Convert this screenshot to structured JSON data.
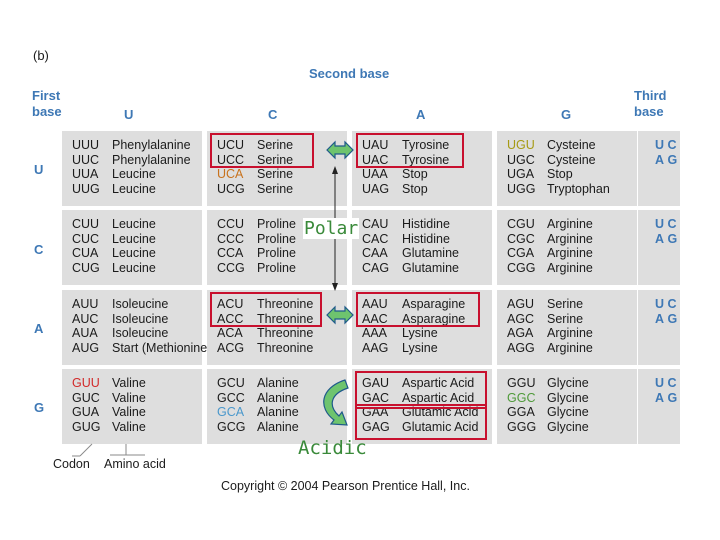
{
  "panel_label": "(b)",
  "second_base_label": "Second base",
  "first_base_label": [
    "First",
    "base"
  ],
  "third_base_label": [
    "Third",
    "base"
  ],
  "column_headers": [
    "U",
    "C",
    "A",
    "G"
  ],
  "row_headers": [
    "U",
    "C",
    "A",
    "G"
  ],
  "third_letters": [
    "U",
    "C",
    "A",
    "G"
  ],
  "cells": [
    [
      {
        "codons": [
          "UUU",
          "UUC",
          "UUA",
          "UUG"
        ],
        "aas": [
          "Phenylalanine",
          "Phenylalanine",
          "Leucine",
          "Leucine"
        ]
      },
      {
        "codons": [
          "UCU",
          "UCC",
          "UCA",
          "UCG"
        ],
        "aas": [
          "Serine",
          "Serine",
          "Serine",
          "Serine"
        ]
      },
      {
        "codons": [
          "UAU",
          "UAC",
          "UAA",
          "UAG"
        ],
        "aas": [
          "Tyrosine",
          "Tyrosine",
          "Stop",
          "Stop"
        ]
      },
      {
        "codons": [
          "UGU",
          "UGC",
          "UGA",
          "UGG"
        ],
        "aas": [
          "Cysteine",
          "Cysteine",
          "Stop",
          "Tryptophan"
        ]
      }
    ],
    [
      {
        "codons": [
          "CUU",
          "CUC",
          "CUA",
          "CUG"
        ],
        "aas": [
          "Leucine",
          "Leucine",
          "Leucine",
          "Leucine"
        ]
      },
      {
        "codons": [
          "CCU",
          "CCC",
          "CCA",
          "CCG"
        ],
        "aas": [
          "Proline",
          "Proline",
          "Proline",
          "Proline"
        ]
      },
      {
        "codons": [
          "CAU",
          "CAC",
          "CAA",
          "CAG"
        ],
        "aas": [
          "Histidine",
          "Histidine",
          "Glutamine",
          "Glutamine"
        ]
      },
      {
        "codons": [
          "CGU",
          "CGC",
          "CGA",
          "CGG"
        ],
        "aas": [
          "Arginine",
          "Arginine",
          "Arginine",
          "Arginine"
        ]
      }
    ],
    [
      {
        "codons": [
          "AUU",
          "AUC",
          "AUA",
          "AUG"
        ],
        "aas": [
          "Isoleucine",
          "Isoleucine",
          "Isoleucine",
          "Start (Methionine)"
        ]
      },
      {
        "codons": [
          "ACU",
          "ACC",
          "ACA",
          "ACG"
        ],
        "aas": [
          "Threonine",
          "Threonine",
          "Threonine",
          "Threonine"
        ]
      },
      {
        "codons": [
          "AAU",
          "AAC",
          "AAA",
          "AAG"
        ],
        "aas": [
          "Asparagine",
          "Asparagine",
          "Lysine",
          "Lysine"
        ]
      },
      {
        "codons": [
          "AGU",
          "AGC",
          "AGA",
          "AGG"
        ],
        "aas": [
          "Serine",
          "Serine",
          "Arginine",
          "Arginine"
        ]
      }
    ],
    [
      {
        "codons": [
          "GUU",
          "GUC",
          "GUA",
          "GUG"
        ],
        "aas": [
          "Valine",
          "Valine",
          "Valine",
          "Valine"
        ]
      },
      {
        "codons": [
          "GCU",
          "GCC",
          "GCA",
          "GCG"
        ],
        "aas": [
          "Alanine",
          "Alanine",
          "Alanine",
          "Alanine"
        ]
      },
      {
        "codons": [
          "GAU",
          "GAC",
          "GAA",
          "GAG"
        ],
        "aas": [
          "Aspartic Acid",
          "Aspartic Acid",
          "Glutamic Acid",
          "Glutamic Acid"
        ]
      },
      {
        "codons": [
          "GGU",
          "GGC",
          "GGA",
          "GGG"
        ],
        "aas": [
          "Glycine",
          "Glycine",
          "Glycine",
          "Glycine"
        ]
      }
    ]
  ],
  "annotations": {
    "polar": "Polar",
    "acidic": "Acidic",
    "codon_label": "Codon",
    "amino_acid_label": "Amino acid"
  },
  "colors": {
    "heading_blue": "#3e78b5",
    "highlight_box": "#c8102e",
    "annotation_green": "#3a8a3a",
    "cell_gray": "#dedede"
  },
  "copyright": "Copyright © 2004 Pearson Prentice Hall, Inc."
}
